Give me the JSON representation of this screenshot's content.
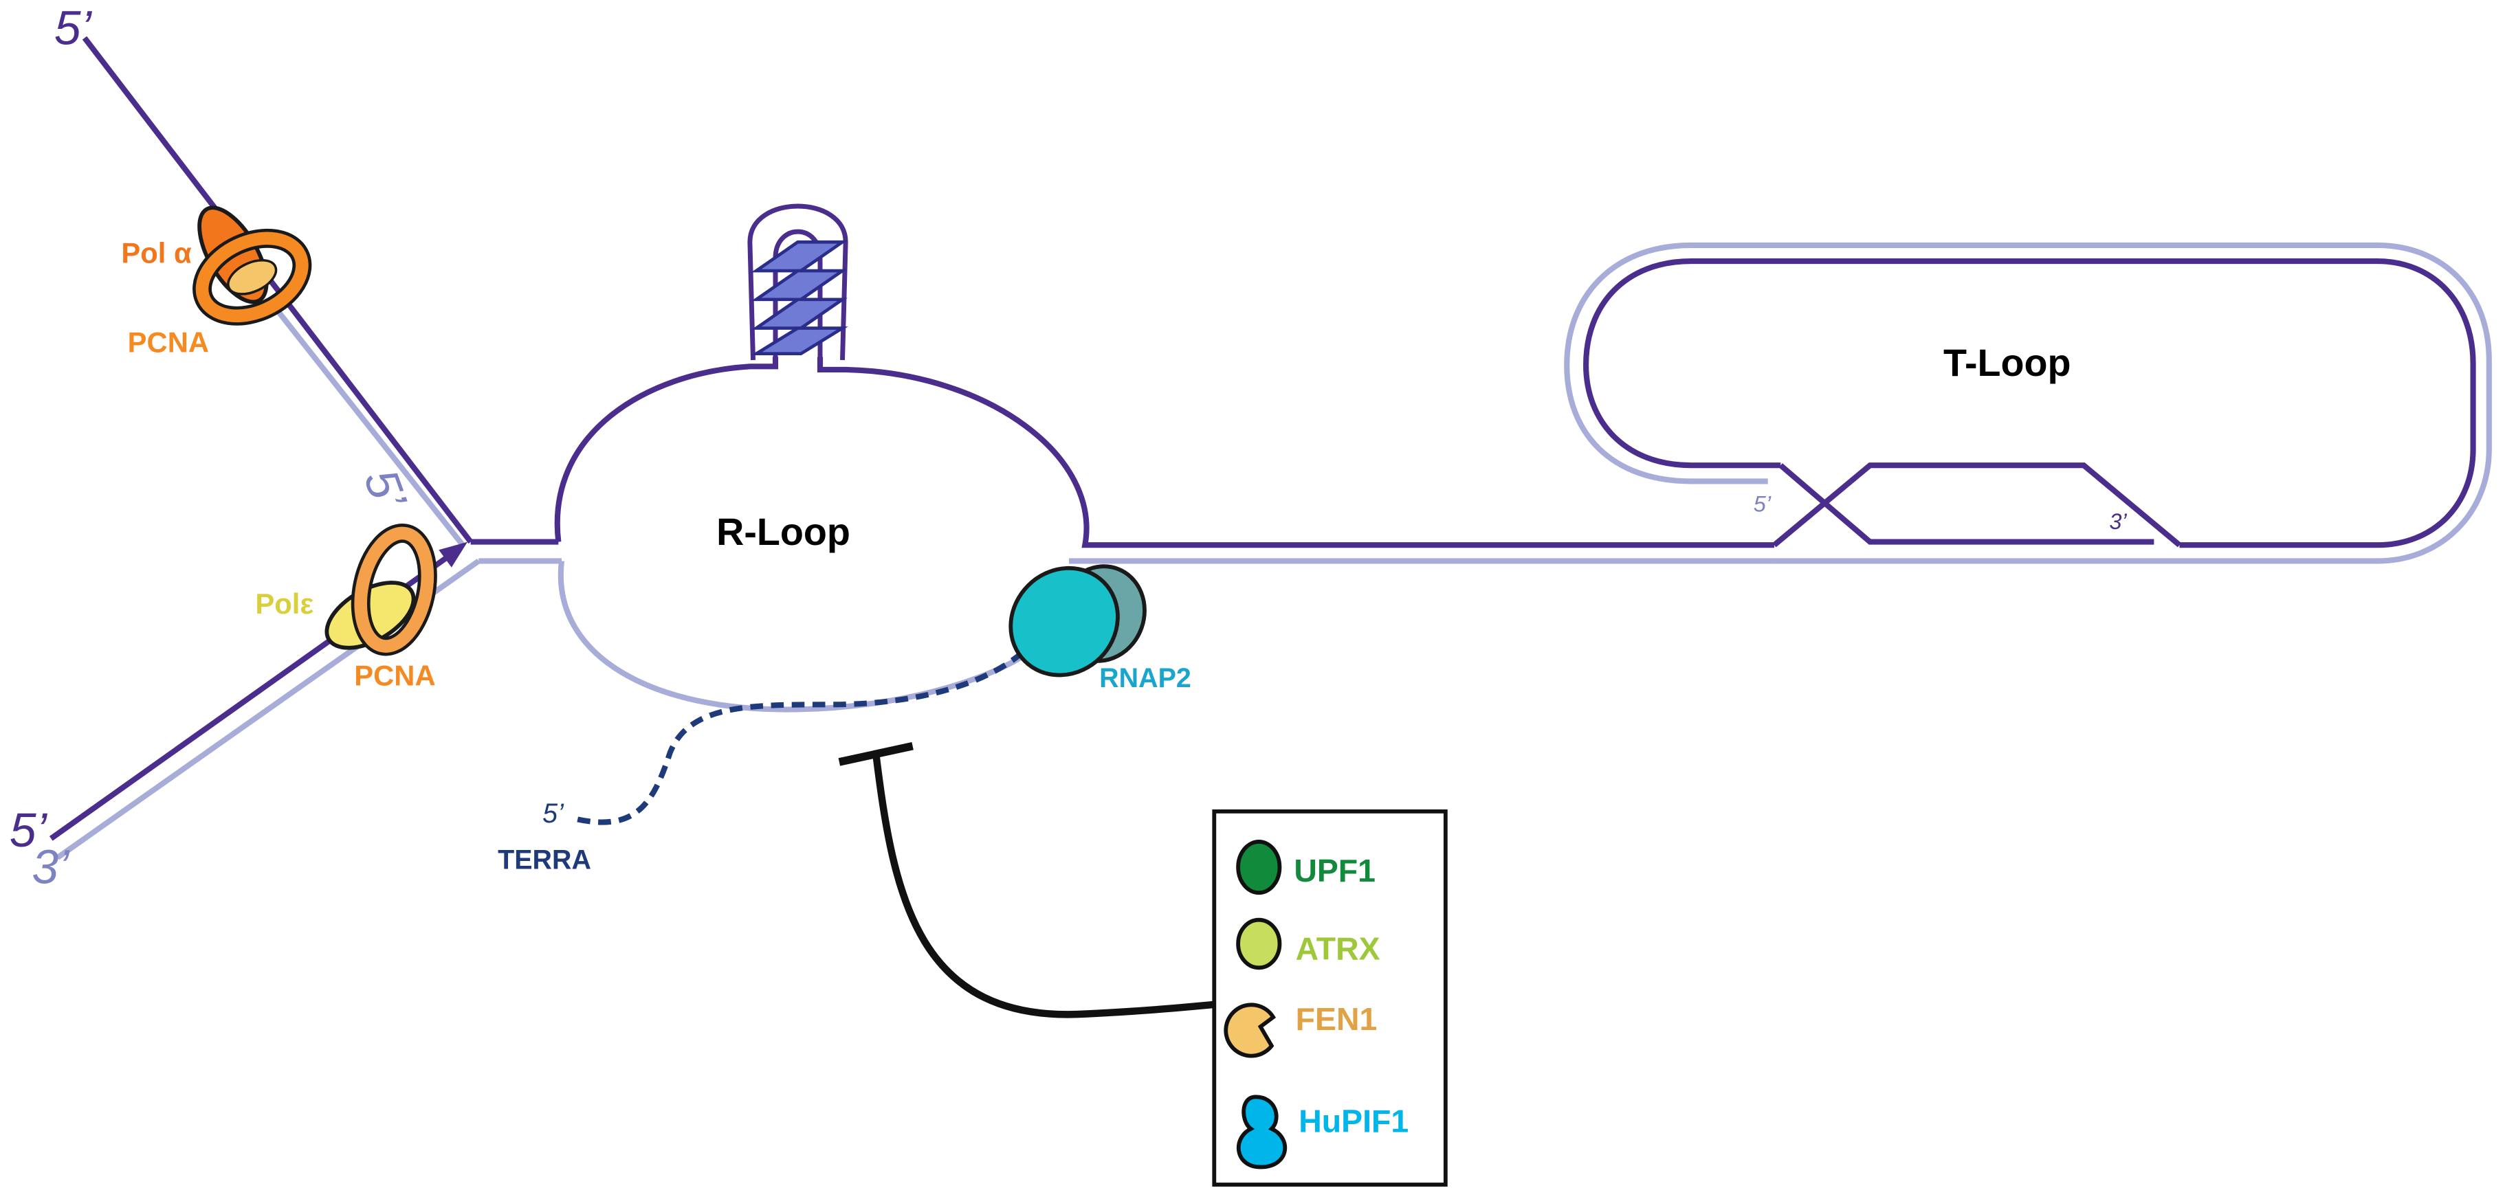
{
  "colors": {
    "leading_strand": "#4a2d8c",
    "complementary_strand": "#a8acd8",
    "terra_rna": "#1f3a7a",
    "g_quadruplex": "#2a2e8a",
    "pol_alpha": "#f2761c",
    "pcna": "#f58a22",
    "pol_epsilon": "#f5e66e",
    "rnap2": "#18c1c9",
    "upf1": "#118a3c",
    "atrx": "#c6dd5e",
    "fen1": "#f5c56a",
    "hupif1": "#00b5ea",
    "inhibitor": "#111111"
  },
  "labels": {
    "pol_alpha": "Pol α",
    "pcna_top": "PCNA",
    "pol_epsilon": "Polε",
    "pcna_bottom": "PCNA",
    "r_loop": "R-Loop",
    "t_loop": "T-Loop",
    "rnap2": "RNAP2",
    "terra": "TERRA",
    "terra_5prime": "5’"
  },
  "strand_ends": {
    "top_5prime": "5’",
    "fork_5prime": "5’",
    "bottom_5prime": "5’",
    "bottom_3prime": "3’",
    "tloop_5prime": "5’",
    "tloop_3prime": "3’"
  },
  "legend": {
    "items": [
      {
        "name": "UPF1",
        "icon": "oval-dark-green",
        "color": "#118a3c"
      },
      {
        "name": "ATRX",
        "icon": "oval-light-green",
        "color": "#9cc83a"
      },
      {
        "name": "FEN1",
        "icon": "pacman-orange",
        "color": "#e1a245"
      },
      {
        "name": "HuPIF1",
        "icon": "two-lobe-cyan",
        "color": "#00b5ea"
      }
    ]
  }
}
